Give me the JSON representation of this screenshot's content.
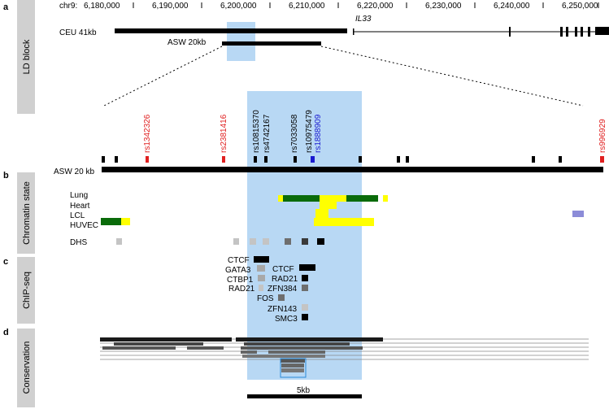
{
  "panels": {
    "a": {
      "letter": "a",
      "label": "LD block"
    },
    "b": {
      "letter": "b",
      "label": "Chromatin state"
    },
    "c": {
      "letter": "c",
      "label": "ChIP-seq"
    },
    "d": {
      "letter": "d",
      "label": "Conservation"
    }
  },
  "axis": {
    "chrom": "chr9:",
    "ticks": [
      "6,180,000",
      "6,190,000",
      "6,200,000",
      "6,210,000",
      "6,220,000",
      "6,230,000",
      "6,240,000",
      "6,250,000"
    ]
  },
  "gene": {
    "name": "IL33"
  },
  "ld_blocks": {
    "ceu": "CEU  41kb",
    "asw": "ASW 20kb"
  },
  "snps": [
    {
      "id": "rs1342326",
      "color": "#e02020"
    },
    {
      "id": "rs2381416",
      "color": "#e02020"
    },
    {
      "id": "rs10815370",
      "color": "#000000"
    },
    {
      "id": "rs4742167",
      "color": "#000000"
    },
    {
      "id": "rs7033058",
      "color": "#000000"
    },
    {
      "id": "rs10975479",
      "color": "#000000"
    },
    {
      "id": "rs1888909",
      "color": "#1a1ad0"
    },
    {
      "id": "rs996929",
      "color": "#e02020"
    }
  ],
  "asw_track_label": "ASW 20 kb",
  "chromatin": {
    "cell_lines": [
      "Lung",
      "Heart",
      "LCL",
      "HUVEC"
    ],
    "dhs_label": "DHS",
    "colors": {
      "active": "#0a6b0a",
      "enhancer": "#ffff00",
      "other": "#8c8cd8"
    }
  },
  "chipseq": {
    "labels": [
      "CTCF",
      "GATA3",
      "CTBP1",
      "RAD21",
      "CTCF",
      "RAD21",
      "ZFN384",
      "FOS",
      "ZFN143",
      "SMC3"
    ]
  },
  "scale_bar": {
    "label": "5kb"
  },
  "colors": {
    "highlight": "#b8d8f4",
    "panel_bg": "#d0d0d0"
  }
}
